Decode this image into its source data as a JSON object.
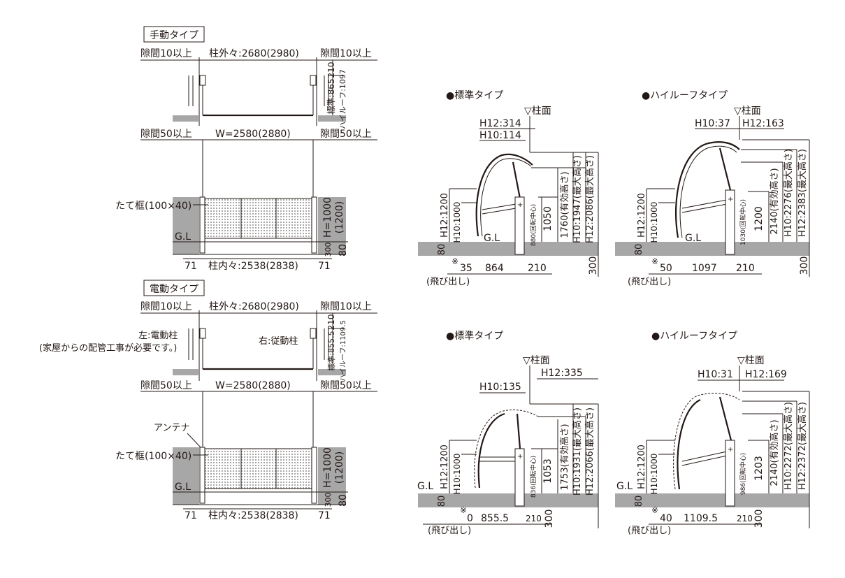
{
  "manual": {
    "title": "手動タイプ",
    "gap_top_left": "隙間10以上",
    "gap_top_right": "隙間10以上",
    "outer": "柱外々:2680(2980)",
    "gap_bottom_left": "隙間50以上",
    "gap_bottom_right": "隙間50以上",
    "width": "W=2580(2880)",
    "dim_210": "210",
    "std_height": "標準:865",
    "high_height": "ハイルーフ:1097",
    "frame": "たて框(100×40)",
    "gl": "G.L",
    "h": "H=1000",
    "h_alt": "(1200)",
    "d300": "300",
    "d80": "80",
    "left_71": "71",
    "inner": "柱内々:2538(2838)",
    "right_71": "71"
  },
  "electric": {
    "title": "電動タイプ",
    "gap_top_left": "隙間10以上",
    "gap_top_right": "隙間10以上",
    "outer": "柱外々:2680(2980)",
    "left_post": "左:電動柱",
    "left_note": "(家屋からの配管工事が必要です。)",
    "right_post": "右:従動柱",
    "dim_210": "210",
    "std_height": "標準:855.5",
    "high_height": "ハイルーフ:1109.5",
    "gap_bottom_left": "隙間50以上",
    "gap_bottom_right": "隙間50以上",
    "width": "W=2580(2880)",
    "antenna": "アンテナ",
    "frame": "たて框(100×40)",
    "gl": "G.L",
    "h": "H=1000",
    "h_alt": "(1200)",
    "d300": "300",
    "d80": "80",
    "left_71": "71",
    "inner": "柱内々:2538(2838)",
    "right_71": "71"
  },
  "side1": {
    "title": "●標準タイプ",
    "face": "▽柱面",
    "h12": "H12:314",
    "h10": "H10:114",
    "h12_1200": "H12:1200",
    "h10_1000": "H10:1000",
    "gl": "G.L",
    "pivot": "880(回転中心)",
    "v1050": "1050",
    "eff": "1760(有効高さ)",
    "max10": "H10:1947(最大高さ)",
    "max12": "H12:2086(最大高さ)",
    "d80": "80",
    "mark": "※",
    "proj": "35",
    "d1": "864",
    "d2": "210",
    "d300": "300",
    "proj_label": "(飛び出し)"
  },
  "side2": {
    "title": "●ハイルーフタイプ",
    "face": "▽柱面",
    "h10": "H10:37",
    "h12": "H12:163",
    "h12_1200": "H12:1200",
    "h10_1000": "H10:1000",
    "gl": "G.L",
    "pivot": "1030(回転中心)",
    "v1200": "1200",
    "eff": "2140(有効高さ)",
    "max10": "H10:2276(最大高さ)",
    "max12": "H12:2383(最大高さ)",
    "d80": "80",
    "mark": "※",
    "proj": "50",
    "d1": "1097",
    "d2": "210",
    "d300": "300",
    "proj_label": "(飛び出し)"
  },
  "side3": {
    "title": "●標準タイプ",
    "face": "▽柱面",
    "h12": "H12:335",
    "h10": "H10:135",
    "h12_1200": "H12:1200",
    "h10_1000": "H10:1000",
    "gl": "G.L",
    "pivot": "836(回転中心)",
    "v1053": "1053",
    "eff": "1753(有効高さ)",
    "max10": "H10:1931(最大高さ)",
    "max12": "H12:2066(最大高さ)",
    "d80": "80",
    "mark": "※",
    "proj": "0",
    "d1": "855.5",
    "d2": "210",
    "d300": "300",
    "proj_label": "(飛び出し)"
  },
  "side4": {
    "title": "●ハイルーフタイプ",
    "face": "▽柱面",
    "h10": "H10:31",
    "h12": "H12:169",
    "h12_1200": "H12:1200",
    "h10_1000": "H10:1000",
    "gl": "G.L",
    "pivot": "986(回転中心)",
    "v1203": "1203",
    "eff": "2140(有効高さ)",
    "max10": "H10:2272(最大高さ)",
    "max12": "H12:2372(最大高さ)",
    "d80": "80",
    "mark": "※",
    "proj": "40",
    "d1": "1109.5",
    "d2": "210",
    "d300": "300",
    "proj_label": "(飛び出し)"
  }
}
